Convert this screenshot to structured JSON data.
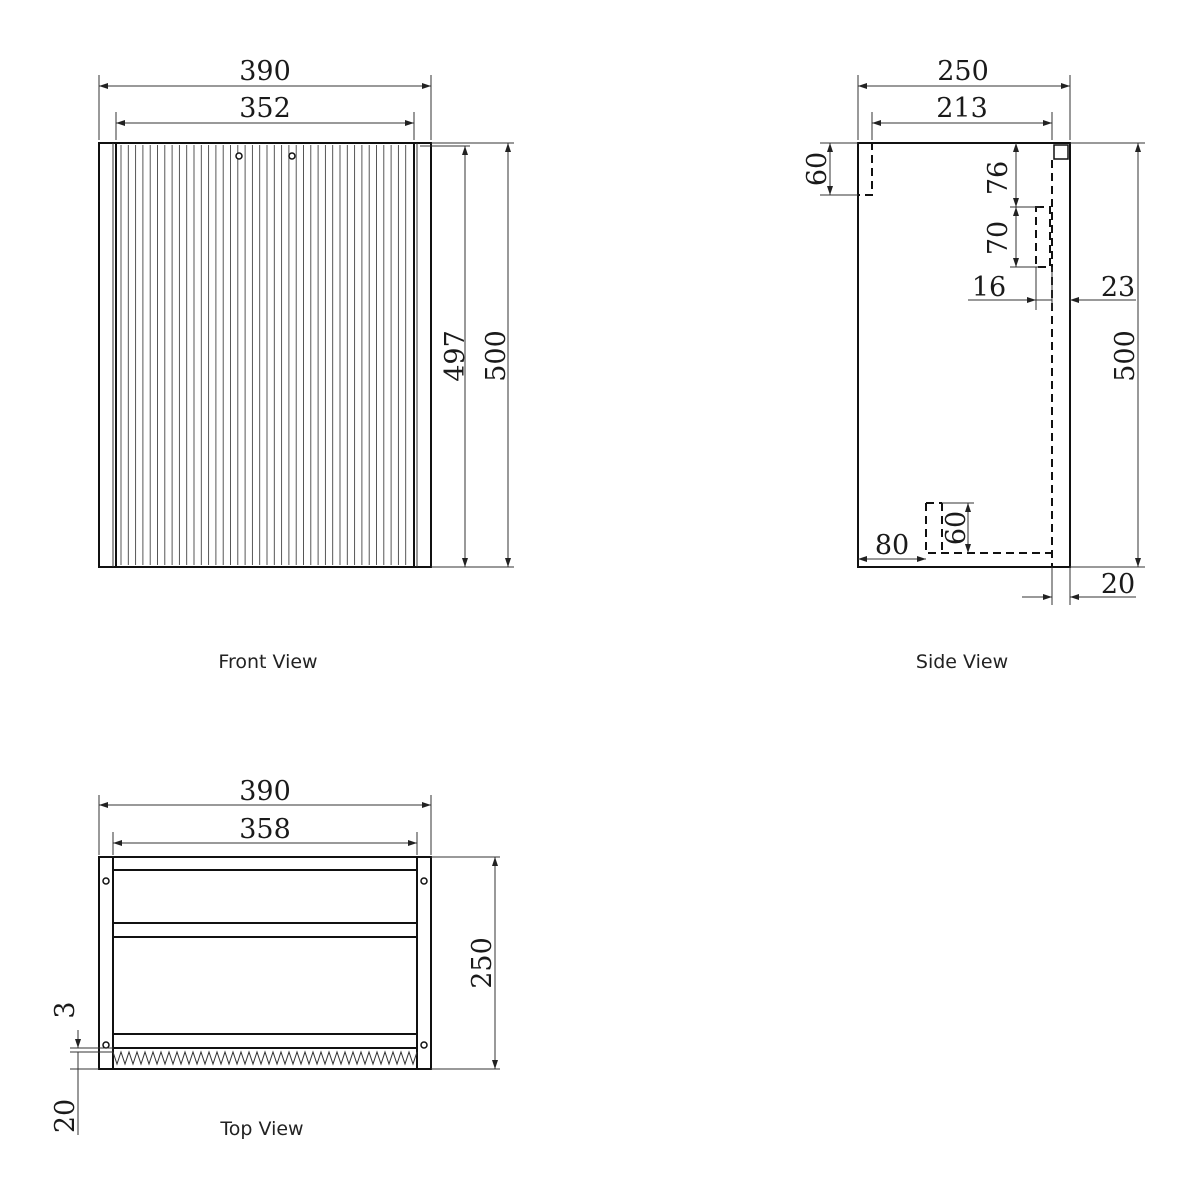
{
  "front_view": {
    "caption": "Front View",
    "width_overall": "390",
    "width_door": "352",
    "height_door": "497",
    "height_overall": "500"
  },
  "side_view": {
    "caption": "Side View",
    "depth_overall": "250",
    "depth_inner": "213",
    "top_cutout": "60",
    "bracket_offset": "76",
    "bracket_height": "70",
    "panel_gap": "16",
    "back_thickness": "23",
    "height_overall": "500",
    "bottom_cutout": "60",
    "bottom_offset": "80",
    "back_inset": "20"
  },
  "top_view": {
    "caption": "Top View",
    "width_overall": "390",
    "width_inner": "358",
    "depth_overall": "250",
    "door_gap": "3",
    "door_thickness": "20"
  }
}
